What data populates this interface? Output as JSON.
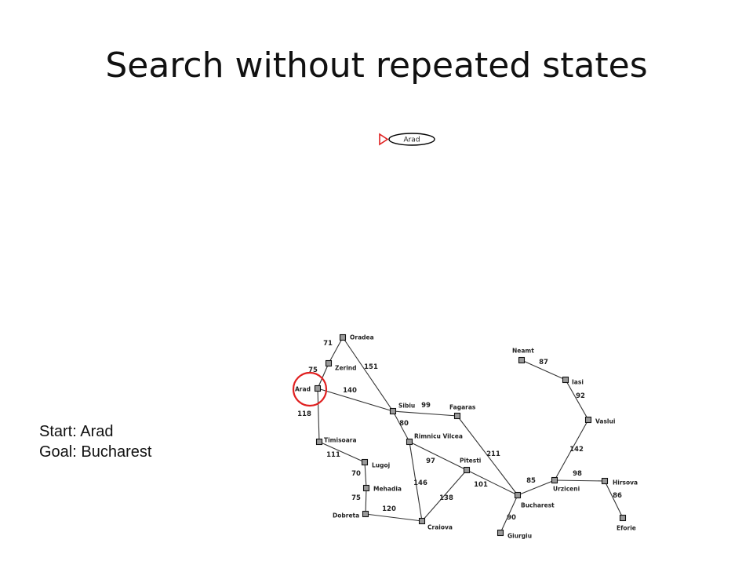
{
  "slide": {
    "title": "Search without repeated states"
  },
  "info": {
    "start": "Start: Arad",
    "goal": "Goal: Bucharest"
  },
  "search_tree": {
    "root_label": "Arad",
    "marker_color": "#e02020"
  },
  "map": {
    "highlight_city": "Arad",
    "highlight_color": "#e02020",
    "cities": [
      {
        "id": "oradea",
        "name": "Oradea"
      },
      {
        "id": "zerind",
        "name": "Zerind"
      },
      {
        "id": "arad",
        "name": "Arad"
      },
      {
        "id": "timisoara",
        "name": "Timisoara"
      },
      {
        "id": "lugoj",
        "name": "Lugoj"
      },
      {
        "id": "mehadia",
        "name": "Mehadia"
      },
      {
        "id": "dobreta",
        "name": "Dobreta"
      },
      {
        "id": "craiova",
        "name": "Craiova"
      },
      {
        "id": "sibiu",
        "name": "Sibiu"
      },
      {
        "id": "fagaras",
        "name": "Fagaras"
      },
      {
        "id": "rimnicu",
        "name": "Rimnicu Vilcea"
      },
      {
        "id": "pitesti",
        "name": "Pitesti"
      },
      {
        "id": "bucharest",
        "name": "Bucharest"
      },
      {
        "id": "giurgiu",
        "name": "Giurgiu"
      },
      {
        "id": "urziceni",
        "name": "Urziceni"
      },
      {
        "id": "hirsova",
        "name": "Hirsova"
      },
      {
        "id": "eforie",
        "name": "Eforie"
      },
      {
        "id": "vaslui",
        "name": "Vaslui"
      },
      {
        "id": "iasi",
        "name": "Iasi"
      },
      {
        "id": "neamt",
        "name": "Neamt"
      }
    ],
    "roads": [
      {
        "from": "oradea",
        "to": "zerind",
        "distance": "71"
      },
      {
        "from": "zerind",
        "to": "arad",
        "distance": "75"
      },
      {
        "from": "oradea",
        "to": "sibiu",
        "distance": "151"
      },
      {
        "from": "arad",
        "to": "sibiu",
        "distance": "140"
      },
      {
        "from": "arad",
        "to": "timisoara",
        "distance": "118"
      },
      {
        "from": "timisoara",
        "to": "lugoj",
        "distance": "111"
      },
      {
        "from": "lugoj",
        "to": "mehadia",
        "distance": "70"
      },
      {
        "from": "mehadia",
        "to": "dobreta",
        "distance": "75"
      },
      {
        "from": "dobreta",
        "to": "craiova",
        "distance": "120"
      },
      {
        "from": "sibiu",
        "to": "fagaras",
        "distance": "99"
      },
      {
        "from": "sibiu",
        "to": "rimnicu",
        "distance": "80"
      },
      {
        "from": "rimnicu",
        "to": "pitesti",
        "distance": "97"
      },
      {
        "from": "rimnicu",
        "to": "craiova",
        "distance": "146"
      },
      {
        "from": "craiova",
        "to": "pitesti",
        "distance": "138"
      },
      {
        "from": "fagaras",
        "to": "bucharest",
        "distance": "211"
      },
      {
        "from": "pitesti",
        "to": "bucharest",
        "distance": "101"
      },
      {
        "from": "bucharest",
        "to": "giurgiu",
        "distance": "90"
      },
      {
        "from": "bucharest",
        "to": "urziceni",
        "distance": "85"
      },
      {
        "from": "urziceni",
        "to": "hirsova",
        "distance": "98"
      },
      {
        "from": "hirsova",
        "to": "eforie",
        "distance": "86"
      },
      {
        "from": "urziceni",
        "to": "vaslui",
        "distance": "142"
      },
      {
        "from": "vaslui",
        "to": "iasi",
        "distance": "92"
      },
      {
        "from": "iasi",
        "to": "neamt",
        "distance": "87"
      }
    ]
  }
}
